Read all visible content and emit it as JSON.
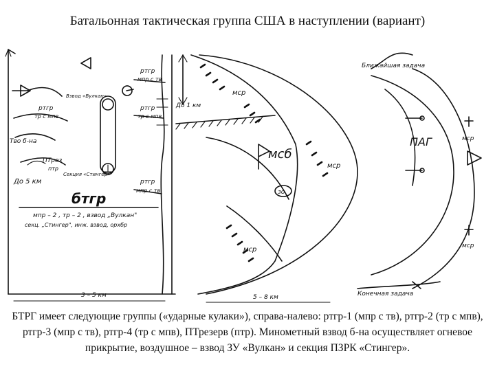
{
  "title": "Батальонная тактическая группа США в наступлении (вариант)",
  "caption": "БТРГ имеет следующие группы («ударные кулаки»), справа-налево: ртгр-1 (мпр с тв), ртгр-2 (тр с мпв), ртгр-3 (мпр с тв), ртгр-4 (тр с мпв), ПТрезерв (птр). Минометный взвод б-на осуществляет огневое прикрытие, воздушное – взвод ЗУ «Вулкан» и секция ПЗРК «Стингер».",
  "labels": {
    "rtgr": "ртгр",
    "mpr_s_tv": "мпр с тв",
    "tr_s_mpv": "тр с мпв",
    "vzvod_vulkan": "Взвод «Вулкан»",
    "sektsiya_stinger": "Секция «Стингер»",
    "tvo_b_na": "Тво б-на",
    "ptrez": "ПТрез",
    "ptr": "птр",
    "do_5_km": "До 5 км",
    "do_1_km": "До 1 км",
    "btgr": "бтгр",
    "btgr_composition_1": "мпр – 2 , тр – 2 , взвод „Вулкан\"",
    "btgr_composition_2": "секц. „Стингер\", инж. взвод, орхбр",
    "msr": "мср",
    "msb": "мсб",
    "zo": "зо",
    "pag": "ПАГ",
    "blizh_zadacha": "Ближайшая задача",
    "konech_zadacha": "Конечная задача",
    "dist_3_5": "3 – 5 км",
    "dist_5_8": "5 – 8 км"
  }
}
